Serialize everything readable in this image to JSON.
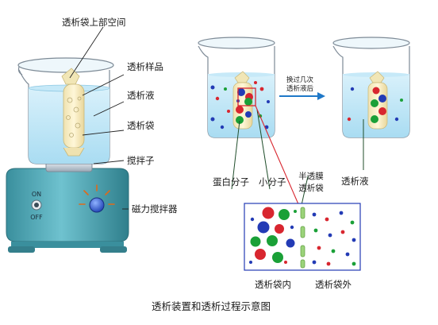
{
  "labels": {
    "bag_top_space": "透析袋上部空间",
    "sample": "透析样品",
    "dialysate_left": "透析液",
    "bag": "透析袋",
    "stir_bar": "搅拌子",
    "magnetic_stirrer": "磁力搅拌器",
    "on": "ON",
    "off": "OFF",
    "change_line1": "换过几次",
    "change_line2": "透析液后",
    "semi_membrane_line1": "半透膜",
    "semi_membrane_line2": "透析袋",
    "dialysate_right": "透析液",
    "protein": "蛋白分子",
    "small_molecule": "小分子",
    "inside_bag": "透析袋内",
    "outside_bag": "透析袋外",
    "caption": "透析装置和透析过程示意图"
  },
  "colors": {
    "protein_red": "#d8262f",
    "protein_green": "#1aa037",
    "small_blue": "#233bb5",
    "small_red": "#d8262f",
    "small_green": "#1aa037",
    "arrow": "#1f78c8",
    "stirrer_body": "#45a0ae",
    "water": "#bfe6f7"
  }
}
